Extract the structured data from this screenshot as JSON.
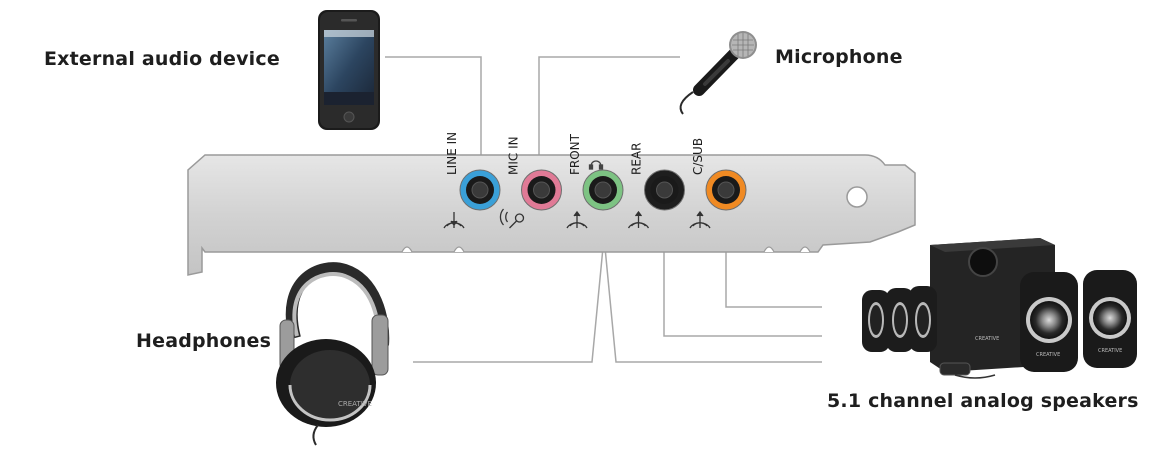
{
  "callouts": {
    "external_audio_device": "External audio device",
    "microphone": "Microphone",
    "headphones": "Headphones",
    "speakers": "5.1 channel analog speakers"
  },
  "ports": [
    {
      "label": "LINE IN",
      "color": "#3aa0d8",
      "icon": "audio-in-icon"
    },
    {
      "label": "MIC IN",
      "color": "#e07a96",
      "icon": "microphone-icon"
    },
    {
      "label": "FRONT",
      "color": "#7dc383",
      "icon": "audio-out-icon"
    },
    {
      "label": "REAR",
      "color": "#1e1e1e",
      "icon": "audio-out-icon"
    },
    {
      "label": "C/SUB",
      "color": "#f08a23",
      "icon": "audio-out-icon"
    }
  ],
  "brand": "CREATIVE",
  "colors": {
    "bracket": "#d4d4d4",
    "connector_line": "#a8a8a8",
    "label_text": "#1e1e1e"
  }
}
